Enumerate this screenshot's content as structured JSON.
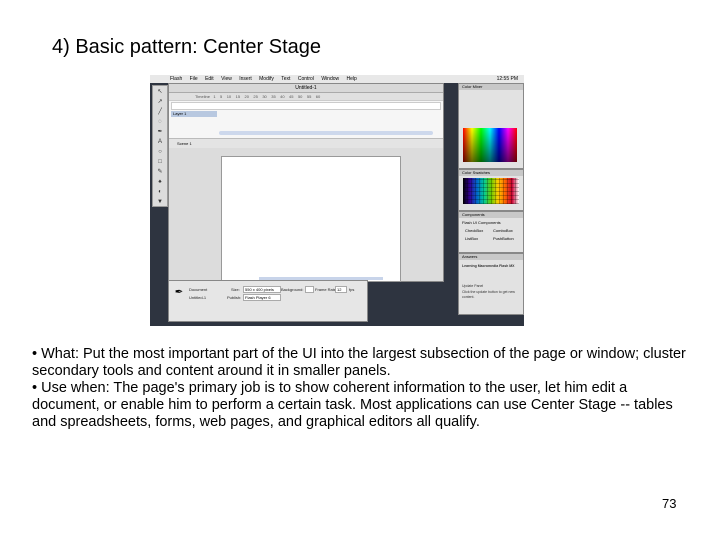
{
  "slide": {
    "title": "4) Basic pattern: Center Stage",
    "page_number": "73",
    "bullets": [
      "• What: Put the most important part of the UI into the largest subsection of the page or window; cluster secondary tools and content around it in smaller panels.",
      "• Use when: The page's primary job is to show coherent information to the user, let him edit a document, or enable him to perform a certain task. Most applications can use Center Stage -- tables and spreadsheets, forms, web pages, and graphical editors all qualify."
    ]
  },
  "screenshot": {
    "menu": [
      "Flash",
      "File",
      "Edit",
      "View",
      "Insert",
      "Modify",
      "Text",
      "Control",
      "Window",
      "Help"
    ],
    "clock": "12:55 PM",
    "document_title": "Untitled-1",
    "timeline_label": "Timeline",
    "layer_name": "Layer 1",
    "frame_numbers": [
      "1",
      "5",
      "10",
      "15",
      "20",
      "25",
      "30",
      "35",
      "40",
      "45",
      "50",
      "55",
      "60"
    ],
    "scene_label": "Scene 1",
    "properties": {
      "doc_label": "Document",
      "doc_name": "Untitled-1",
      "size_label": "Size:",
      "size_value": "550 x 400 pixels",
      "publish_label": "Publish:",
      "publish_value": "Flash Player 6",
      "background_label": "Background:",
      "frame_rate_label": "Frame Rate:",
      "frame_rate_value": "12",
      "fps": "fps"
    },
    "panels": {
      "color_mixer": "Color Mixer",
      "color_swatches": "Color Swatches",
      "components": "Components",
      "components_set": "Flash UI Components",
      "component_items": [
        "CheckBox",
        "ComboBox",
        "ListBox",
        "PushButton"
      ],
      "answers": "Answers",
      "answers_heading": "Learning Macromedia Flash MX",
      "answers_update": "Update Panel",
      "answers_text": "Click the update button to get new content."
    },
    "toolbox_icons": [
      "arrow-icon",
      "subselect-icon",
      "line-icon",
      "lasso-icon",
      "pen-icon",
      "text-icon",
      "oval-icon",
      "rect-icon",
      "pencil-icon",
      "brush-icon",
      "ink-icon",
      "bucket-icon",
      "eyedropper-icon",
      "eraser-icon"
    ],
    "toolbox_glyphs": [
      "↖",
      "↗",
      "╱",
      "◌",
      "✒",
      "A",
      "○",
      "□",
      "✎",
      "♠",
      "◐",
      "▼",
      "✐",
      "◻"
    ]
  }
}
